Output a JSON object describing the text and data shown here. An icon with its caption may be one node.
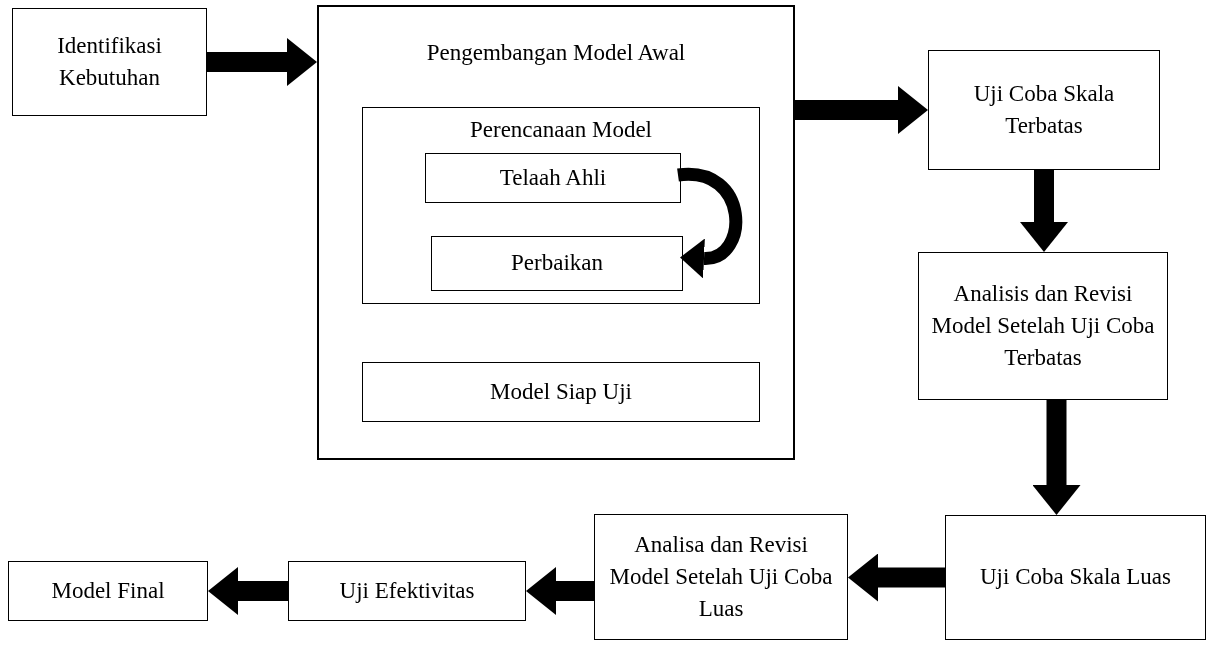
{
  "diagram": {
    "nodes": [
      {
        "text": [
          "Identifikasi Kebutuhan"
        ]
      },
      {
        "text": [
          "Pengembangan Model Awal"
        ]
      },
      {
        "text": [
          "Perencanaan Model"
        ],
        "in": 1
      },
      {
        "text": [
          "Telaah Ahli"
        ],
        "in": 2
      },
      {
        "text": [
          "Perbaikan"
        ],
        "in": 2
      },
      {
        "text": [
          "Model Siap Uji"
        ],
        "in": 1
      },
      {
        "text": [
          "Uji Coba Skala Terbatas"
        ]
      },
      {
        "text": [
          "Analisis dan Revisi Model Setelah Uji Coba Terbatas"
        ]
      },
      {
        "text": [
          "Uji Coba Skala Luas"
        ]
      },
      {
        "text": [
          "Analisa dan Revisi Model Setelah Uji Coba Luas"
        ]
      },
      {
        "text": [
          "Uji Efektivitas"
        ]
      },
      {
        "text": [
          "Model Final"
        ]
      }
    ],
    "edges": [
      {
        "from": 0,
        "to": 1,
        "arrow": "to"
      },
      {
        "from": 3,
        "to": 4,
        "arrow": "to"
      },
      {
        "from": 1,
        "to": 6,
        "arrow": "to"
      },
      {
        "from": 6,
        "to": 7,
        "arrow": "to"
      },
      {
        "from": 7,
        "to": 8,
        "arrow": "to"
      },
      {
        "from": 8,
        "to": 9,
        "arrow": "to"
      },
      {
        "from": 9,
        "to": 10,
        "arrow": "to"
      },
      {
        "from": 10,
        "to": 11,
        "arrow": "to"
      }
    ]
  }
}
